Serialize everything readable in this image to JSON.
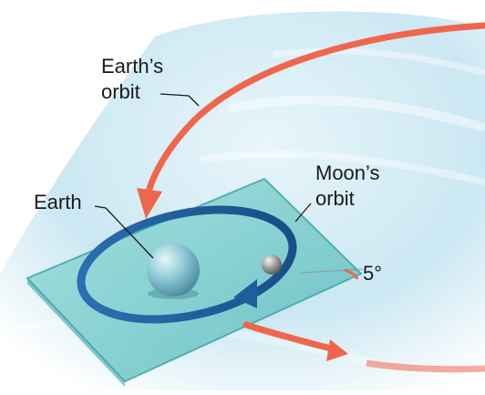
{
  "labels": {
    "earths_orbit_line1": "Earth’s",
    "earths_orbit_line2": "orbit",
    "moons_orbit_line1": "Moon’s",
    "moons_orbit_line2": "orbit",
    "earth": "Earth",
    "angle": "5°"
  },
  "colors": {
    "earth_orbit_arrow": "#f0664c",
    "moon_orbit_ring": "#1d5f9a",
    "plane_fill": "#7fd0cf",
    "plane_edge": "#3ea5a8",
    "sky_band": "#bfe3f1",
    "earth_sphere": "#8fcbd8",
    "moon_sphere": "#9a9a9a"
  },
  "icons": {
    "earth": "sphere",
    "moon": "sphere"
  }
}
